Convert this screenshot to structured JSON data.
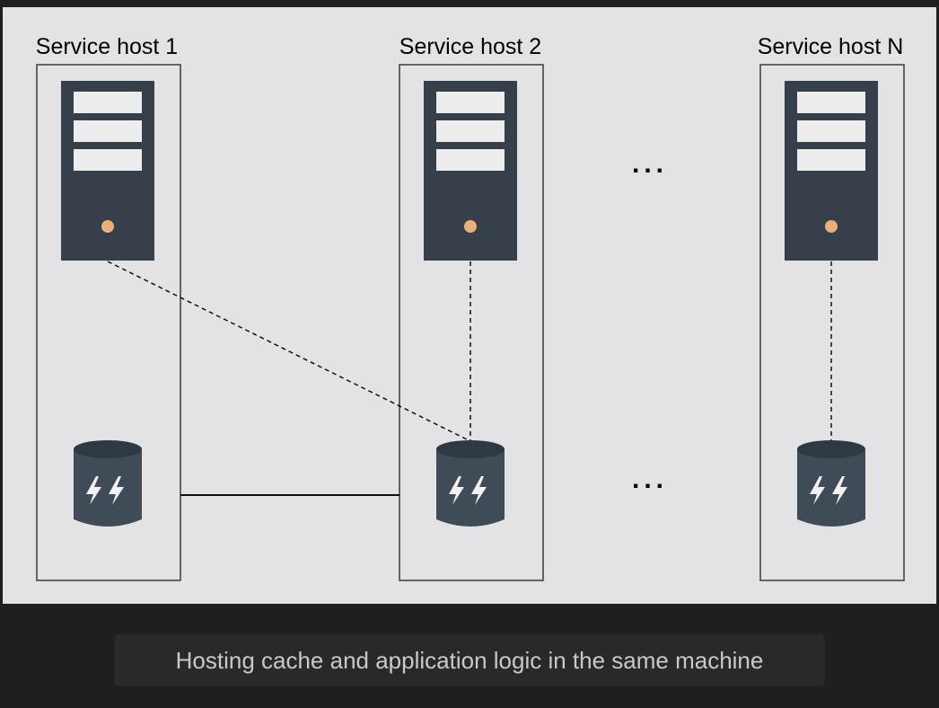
{
  "diagram": {
    "hosts": [
      {
        "title": "Service host 1"
      },
      {
        "title": "Service host 2"
      },
      {
        "title": "Service host N"
      }
    ],
    "ellipsis_top": "...",
    "ellipsis_bottom": "...",
    "icons": {
      "server": "server-tower-icon",
      "cache": "cache-database-icon"
    },
    "colors": {
      "background": "#e3e3e6",
      "server_body": "#36404a",
      "drive_bay": "#ededee",
      "power_led": "#e9b07a",
      "cache_body": "#3f4b57",
      "cache_top": "#2f3943",
      "outer_frame": "#1d1f22"
    }
  },
  "caption": {
    "text": "Hosting cache and application logic in the same machine"
  }
}
